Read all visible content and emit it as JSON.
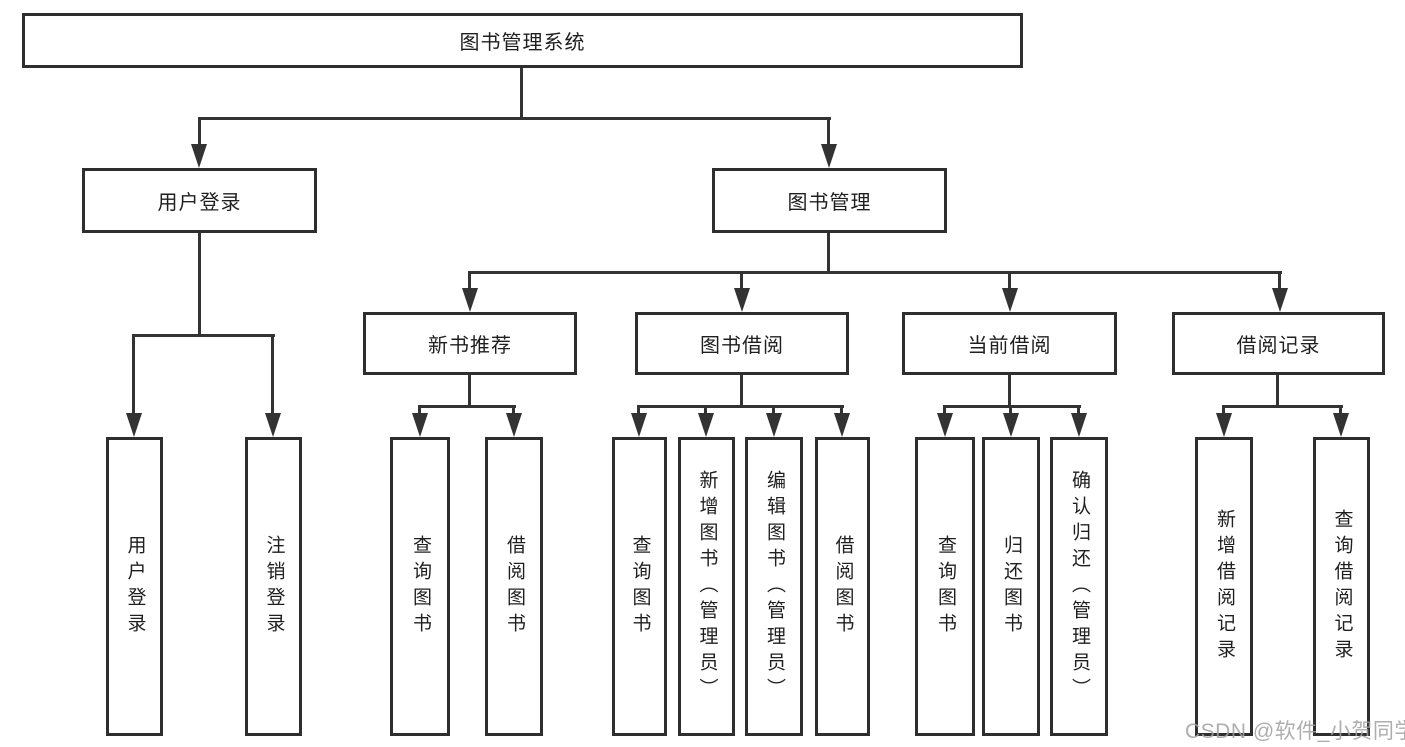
{
  "root": {
    "label": "图书管理系统"
  },
  "level2": [
    {
      "label": "用户登录"
    },
    {
      "label": "图书管理"
    }
  ],
  "login_children": [
    {
      "label": "用户登录"
    },
    {
      "label": "注销登录"
    }
  ],
  "level3": [
    {
      "label": "新书推荐",
      "children": [
        {
          "label": "查询图书"
        },
        {
          "label": "借阅图书"
        }
      ]
    },
    {
      "label": "图书借阅",
      "children": [
        {
          "label": "查询图书"
        },
        {
          "label": "新增图书（管理员）"
        },
        {
          "label": "编辑图书（管理员）"
        },
        {
          "label": "借阅图书"
        }
      ]
    },
    {
      "label": "当前借阅",
      "children": [
        {
          "label": "查询图书"
        },
        {
          "label": "归还图书"
        },
        {
          "label": "确认归还（管理员）"
        }
      ]
    },
    {
      "label": "借阅记录",
      "children": [
        {
          "label": "新增借阅记录"
        },
        {
          "label": "查询借阅记录"
        }
      ]
    }
  ],
  "watermark": "CSDN @软件_小贺同学",
  "colors": {
    "line": "#333333",
    "box_border": "#2e2e2e",
    "text": "#1f1f1f",
    "watermark_text": "#a0a0a0",
    "background": "#ffffff"
  }
}
